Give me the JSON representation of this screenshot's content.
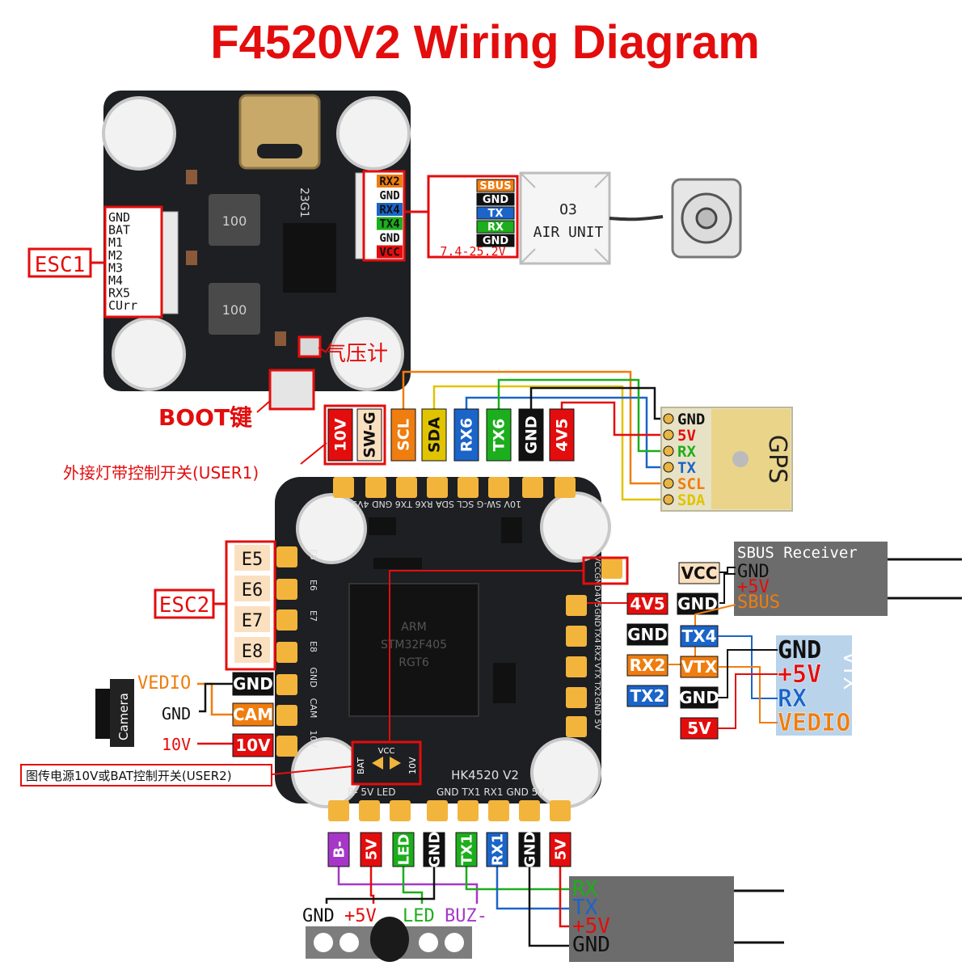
{
  "title": "F4520V2 Wiring Diagram",
  "colors": {
    "red": "#e30d0d",
    "green": "#1cae1c",
    "blue": "#1b64c8",
    "orange": "#ef7d0f",
    "yellow": "#e0c400",
    "purple": "#a637c8",
    "black": "#111111",
    "board": "#1d1f22",
    "pad": "#f3b43c"
  },
  "top_fc": {
    "esc1_label": "ESC1",
    "esc1_pins": [
      "GND",
      "BAT",
      "M1",
      "M2",
      "M3",
      "M4",
      "RX5",
      "CUrr"
    ],
    "rx2_group": [
      {
        "text": "RX2",
        "color": "orange"
      },
      {
        "text": "GND",
        "color": "black"
      },
      {
        "text": "RX4",
        "color": "blue"
      },
      {
        "text": "TX4",
        "color": "green"
      },
      {
        "text": "GND",
        "color": "black"
      },
      {
        "text": "VCC",
        "color": "red"
      }
    ],
    "board_mark": "23G1",
    "inductor_mark": "100",
    "barometer_label": "气压计",
    "boot_label": "BOOT键"
  },
  "air_unit": {
    "pins": [
      {
        "text": "SBUS",
        "color": "orange"
      },
      {
        "text": "GND",
        "color": "black"
      },
      {
        "text": "TX",
        "color": "blue"
      },
      {
        "text": "RX",
        "color": "green"
      },
      {
        "text": "GND",
        "color": "black"
      }
    ],
    "voltage": "7.4-25.2V",
    "name_line1": "O3",
    "name_line2": "AIR UNIT"
  },
  "top_header": {
    "pins": [
      {
        "text": "10V",
        "color": "red"
      },
      {
        "text": "SW-G",
        "color": "cream"
      },
      {
        "text": "SCL",
        "color": "orange"
      },
      {
        "text": "SDA",
        "color": "yellow"
      },
      {
        "text": "RX6",
        "color": "blue"
      },
      {
        "text": "TX6",
        "color": "green"
      },
      {
        "text": "GND",
        "color": "black"
      },
      {
        "text": "4V5",
        "color": "red"
      }
    ],
    "user1_label": "外接灯带控制开关(USER1)"
  },
  "gps": {
    "label": "GPS",
    "pins": [
      {
        "text": "GND",
        "color": "black"
      },
      {
        "text": "5V",
        "color": "red"
      },
      {
        "text": "RX",
        "color": "green"
      },
      {
        "text": "TX",
        "color": "blue"
      },
      {
        "text": "SCL",
        "color": "orange"
      },
      {
        "text": "SDA",
        "color": "yellow"
      }
    ]
  },
  "main_fc": {
    "esc2_label": "ESC2",
    "esc2_pins": [
      "E5",
      "E6",
      "E7",
      "E8"
    ],
    "silk_top": "10V SW-G SCL SDA RX6 TX6 GND 4V5",
    "silk_bottom_left": "B-  5V  LED",
    "silk_bottom_right": "GND TX1 RX1 GND 5V",
    "silk_left": [
      "E5",
      "E6",
      "E7",
      "E8",
      "GND",
      "CAM",
      "10V"
    ],
    "silk_right": [
      "VCC",
      "GND",
      "4V5",
      "GND",
      "TX4",
      "RX2",
      "VTX",
      "TX2",
      "GND",
      "5V"
    ],
    "model": "HK4520 V2",
    "chip_text": [
      "ARM",
      "STM32F405",
      "RGT6"
    ],
    "jumper_left": "BAT",
    "jumper_mid": "VCC",
    "jumper_right": "10V",
    "camera_label": "Camera",
    "cam_left_labels": [
      "VEDIO",
      "GND",
      "10V"
    ],
    "cam_right_pins": [
      {
        "text": "GND",
        "color": "black"
      },
      {
        "text": "CAM",
        "color": "orange"
      },
      {
        "text": "10V",
        "color": "red"
      }
    ],
    "user2_label": "图传电源10V或BAT控制开关(USER2)",
    "right_pins": [
      {
        "text": "VCC",
        "color": "cream"
      },
      {
        "text": "GND",
        "color": "black"
      },
      {
        "text": "4V5",
        "color": "red"
      },
      {
        "text": "GND",
        "color": "black"
      },
      {
        "text": "RX2",
        "color": "orange"
      },
      {
        "text": "TX2",
        "color": "blue"
      }
    ]
  },
  "sbus_receiver": {
    "title": "SBUS Receiver",
    "pins": [
      {
        "text": "GND",
        "color": "black"
      },
      {
        "text": "+5V",
        "color": "red"
      },
      {
        "text": "SBUS",
        "color": "orange"
      }
    ]
  },
  "vtx": {
    "label": "VTX",
    "pins": [
      {
        "text": "GND",
        "color": "black"
      },
      {
        "text": "+5V",
        "color": "red"
      },
      {
        "text": "RX",
        "color": "blue"
      },
      {
        "text": "VEDIO",
        "color": "orange"
      }
    ],
    "left_pins": [
      {
        "text": "TX4",
        "color": "blue"
      },
      {
        "text": "VTX",
        "color": "orange"
      },
      {
        "text": "GND",
        "color": "black"
      },
      {
        "text": "5V",
        "color": "red"
      }
    ]
  },
  "bottom_header": {
    "pins": [
      {
        "text": "B-",
        "color": "purple"
      },
      {
        "text": "5V",
        "color": "red"
      },
      {
        "text": "LED",
        "color": "green"
      },
      {
        "text": "GND",
        "color": "black"
      },
      {
        "text": "TX1",
        "color": "green"
      },
      {
        "text": "RX1",
        "color": "blue"
      },
      {
        "text": "GND",
        "color": "black"
      },
      {
        "text": "5V",
        "color": "red"
      }
    ]
  },
  "buzzer": {
    "labels": [
      {
        "text": "GND",
        "color": "black"
      },
      {
        "text": "+5V",
        "color": "red"
      },
      {
        "text": "LED",
        "color": "green"
      },
      {
        "text": "BUZ-",
        "color": "purple"
      }
    ]
  },
  "receiver2": {
    "pins": [
      {
        "text": "RX",
        "color": "green"
      },
      {
        "text": "TX",
        "color": "blue"
      },
      {
        "text": "+5V",
        "color": "red"
      },
      {
        "text": "GND",
        "color": "black"
      }
    ]
  }
}
